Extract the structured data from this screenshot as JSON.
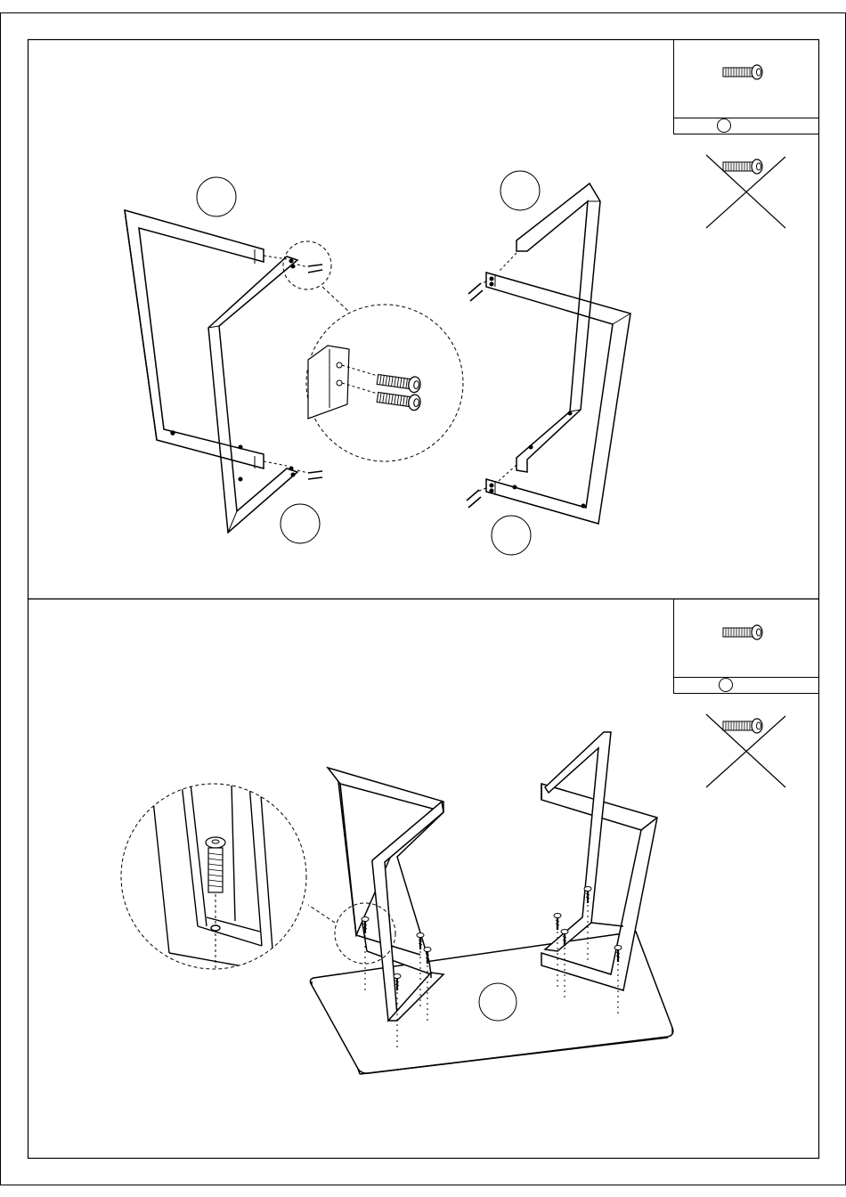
{
  "document": {
    "type": "assembly-instructions",
    "steps": [
      {
        "hardware_box": {
          "icon": "bolt-icon",
          "part_label": ""
        },
        "callouts": [
          "",
          "",
          "",
          ""
        ],
        "detail_view": "bolt-insertion-detail"
      },
      {
        "hardware_box": {
          "icon": "bolt-icon",
          "part_label": ""
        },
        "callouts": [
          ""
        ],
        "detail_view": "screw-insertion-detail"
      }
    ]
  },
  "colors": {
    "line": "#000000",
    "paper": "#ffffff",
    "bolt_fill": "#ffffff"
  }
}
